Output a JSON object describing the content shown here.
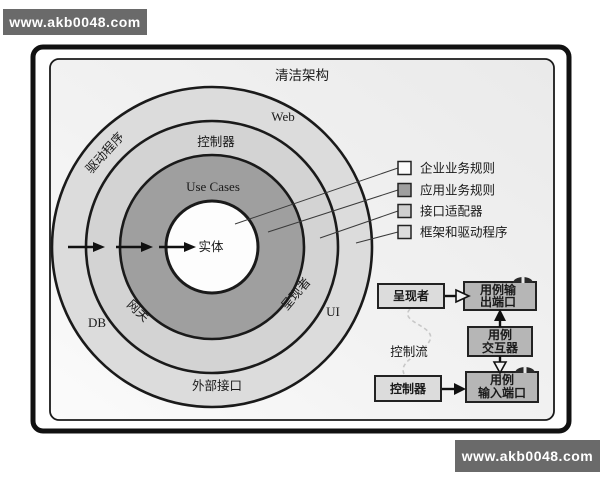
{
  "watermarks": {
    "top_left": "www.akb0048.com",
    "bottom_right": "www.akb0048.com",
    "bg_color": "#6a6a6a"
  },
  "diagram_title": "清洁架构",
  "rings": {
    "frameworks": {
      "label_web": "Web",
      "label_drivers": "驱动程序",
      "label_db": "DB",
      "label_external": "外部接口",
      "label_ui": "UI",
      "color": "#dcdcdc"
    },
    "adapters": {
      "label_controllers": "控制器",
      "label_gateways": "网关",
      "label_presenters": "呈现者",
      "color": "#d3d3d3"
    },
    "use_cases": {
      "label": "Use Cases",
      "color": "#9f9f9f"
    },
    "entities": {
      "label": "实体",
      "color": "#fdfdfd"
    }
  },
  "legend": {
    "items": [
      {
        "label": "企业业务规则",
        "swatch": "#fbfbfb"
      },
      {
        "label": "应用业务规则",
        "swatch": "#9f9f9f"
      },
      {
        "label": "接口适配器",
        "swatch": "#cfcfcf"
      },
      {
        "label": "框架和驱动程序",
        "swatch": "#dcdcdc"
      }
    ]
  },
  "flow": {
    "presenter_label": "呈现者",
    "controller_label": "控制器",
    "output_port": {
      "line1": "用例输",
      "line2": "出端口"
    },
    "interactor": {
      "line1": "用例",
      "line2": "交互器"
    },
    "input_port": {
      "line1": "用例",
      "line2": "输入端口"
    },
    "control_flow_label": "控制流"
  }
}
